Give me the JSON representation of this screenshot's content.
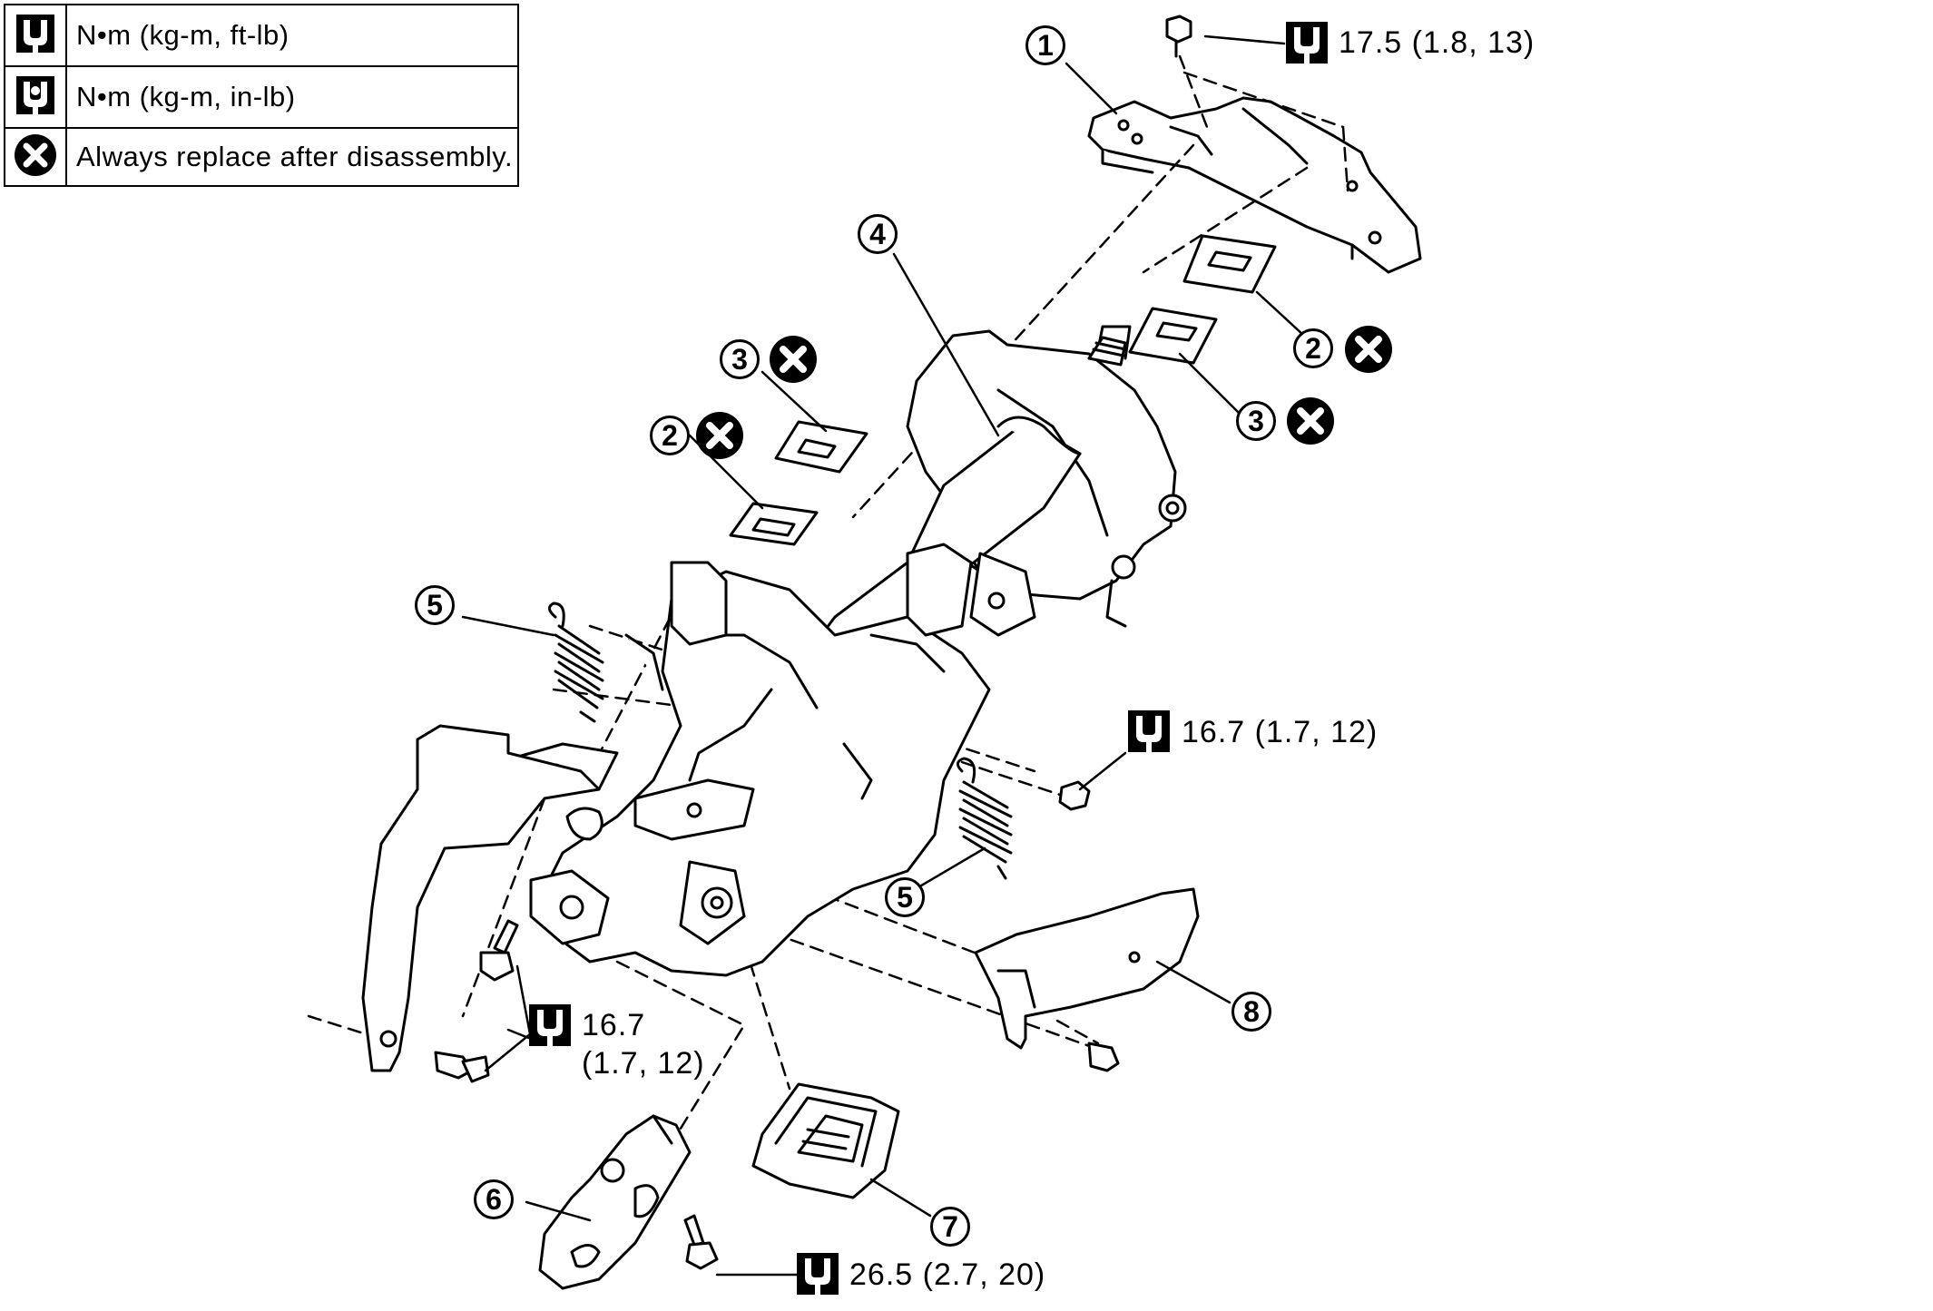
{
  "legend": {
    "rows": [
      {
        "icon": "torque-wrench-ftlb-icon",
        "text": "N•m (kg-m, ft-lb)"
      },
      {
        "icon": "torque-wrench-inlb-icon",
        "text": "N•m (kg-m, in-lb)"
      },
      {
        "icon": "replace-x-icon",
        "text": "Always replace after disassembly."
      }
    ]
  },
  "callouts": {
    "c1": "1",
    "c2a": "2",
    "c2b": "2",
    "c3a": "3",
    "c3b": "3",
    "c4": "4",
    "c5a": "5",
    "c5b": "5",
    "c6": "6",
    "c7": "7",
    "c8": "8"
  },
  "torques": {
    "t1": "17.5 (1.8, 13)",
    "t2": "16.7 (1.7, 12)",
    "t3_line1": "16.7",
    "t3_line2": "(1.7, 12)",
    "t4": "26.5 (2.7, 20)"
  }
}
